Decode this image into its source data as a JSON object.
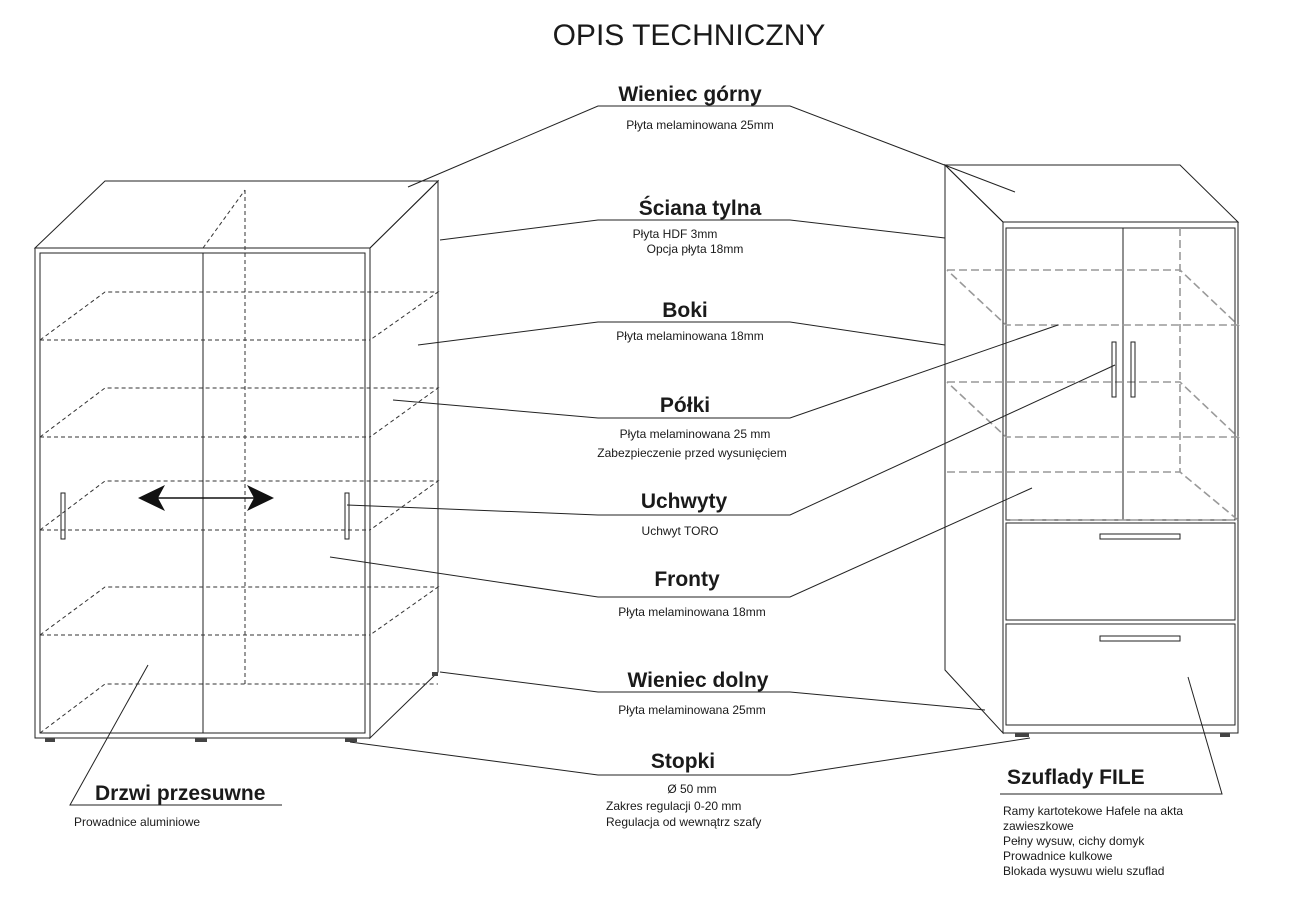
{
  "title": "OPIS TECHNICZNY",
  "labels": {
    "wieniec_gorny": {
      "heading": "Wieniec górny",
      "lines": [
        "Płyta melaminowana 25mm"
      ]
    },
    "sciana_tylna": {
      "heading": "Ściana tylna",
      "lines": [
        "Płyta HDF 3mm",
        "Opcja płyta 18mm"
      ]
    },
    "boki": {
      "heading": "Boki",
      "lines": [
        "Płyta melaminowana 18mm"
      ]
    },
    "polki": {
      "heading": "Półki",
      "lines": [
        "Płyta melaminowana 25 mm",
        "Zabezpieczenie przed wysunięciem"
      ]
    },
    "uchwyty": {
      "heading": "Uchwyty",
      "lines": [
        "Uchwyt TORO"
      ]
    },
    "fronty": {
      "heading": "Fronty",
      "lines": [
        "Płyta melaminowana 18mm"
      ]
    },
    "wieniec_dolny": {
      "heading": "Wieniec dolny",
      "lines": [
        "Płyta melaminowana 25mm"
      ]
    },
    "stopki": {
      "heading": "Stopki",
      "lines": [
        "Ø  50 mm",
        "Zakres regulacji 0-20 mm",
        "Regulacja od wewnątrz szafy"
      ]
    },
    "drzwi": {
      "heading": "Drzwi przesuwne",
      "lines": [
        "Prowadnice aluminiowe"
      ]
    },
    "szuflady": {
      "heading": "Szuflady FILE",
      "lines": [
        "Ramy kartotekowe Hafele na akta",
        "zawieszkowe",
        "Pełny wysuw, cichy domyk",
        "Prowadnice kulkowe",
        "Blokada wysuwu wielu szuflad"
      ]
    }
  }
}
